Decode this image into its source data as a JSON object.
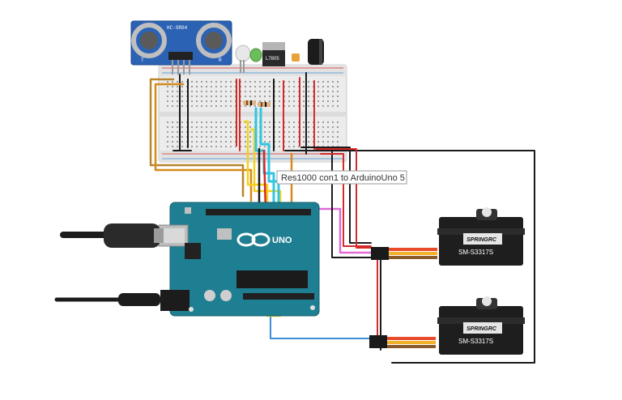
{
  "components": {
    "ultrasonic": {
      "label": "HC-SR04",
      "pin_t": "T",
      "pin_r": "R"
    },
    "regulator": {
      "label": "L7805"
    },
    "arduino": {
      "label": "UNO"
    },
    "servo_top": {
      "brand": "SPRINGRC",
      "model": "SM-S3317S"
    },
    "servo_bottom": {
      "brand": "SPRINGRC",
      "model": "SM-S3317S"
    }
  },
  "tooltip": {
    "text": "Res1000 con1 to ArduinoUno 5"
  },
  "colors": {
    "wire_red": "#d62a2a",
    "wire_black": "#1a1a1a",
    "wire_brown": "#b8862c",
    "wire_orange": "#d58a1e",
    "wire_yellow": "#f2d21b",
    "wire_cyan": "#31c6e0",
    "wire_pink": "#e06ad6",
    "wire_blue": "#3b8fd9",
    "board": "#1f7f92",
    "breadboard": "#ececec"
  }
}
